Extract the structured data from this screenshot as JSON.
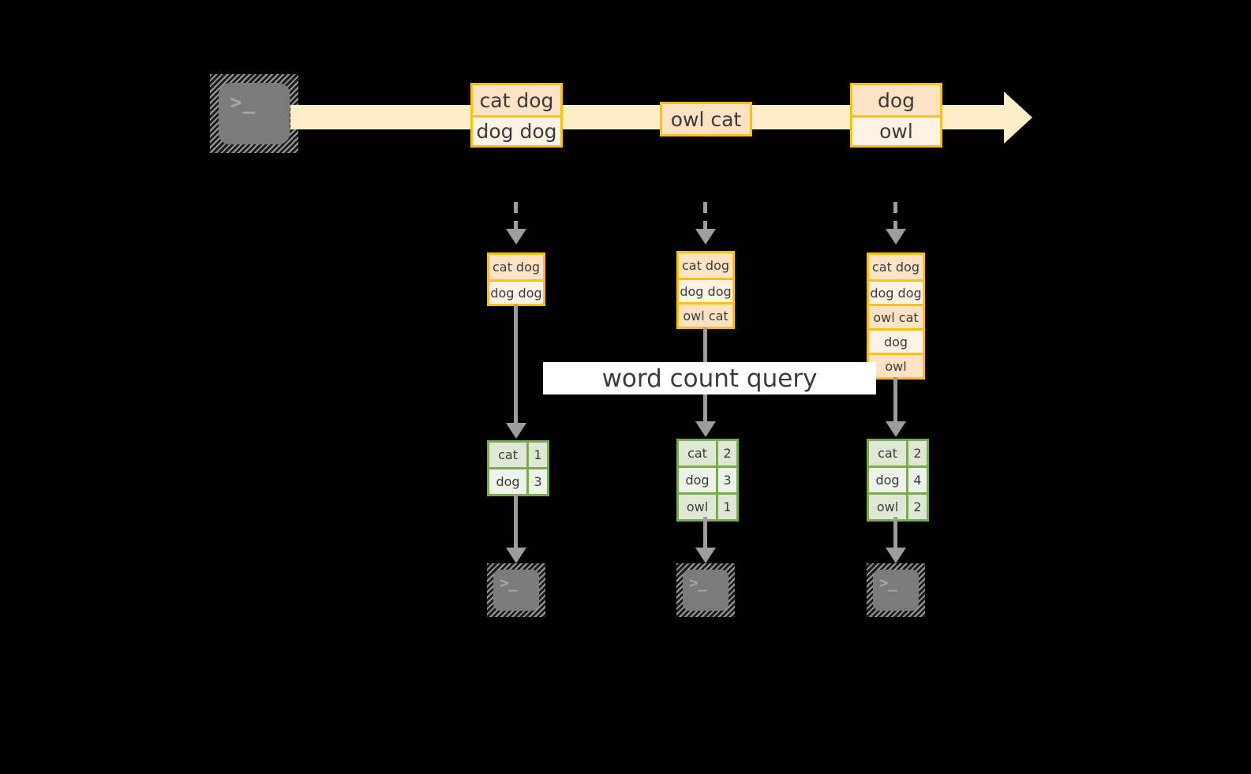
{
  "diagram": {
    "title_label": "word count query",
    "colors": {
      "background": "#000000",
      "stream_fill": "#fdeec9",
      "record_border": "#ffbf1a",
      "record_fill_light": "#fdf2e3",
      "record_fill_shade": "#fde2c4",
      "table_border": "#7aab4f",
      "table_fill_light": "#eef3e9",
      "table_fill_shade": "#dfe8d5",
      "connector": "#9d9d9d",
      "label_band": "#ffffff",
      "text": "#3b3b3b"
    },
    "source": {
      "icon": "terminal-prompt-icon",
      "prompt_glyph": ">_"
    },
    "stream": {
      "icon": "right-arrow-icon",
      "batches": [
        {
          "id": "batch-1",
          "records": [
            "cat dog",
            "dog dog"
          ]
        },
        {
          "id": "batch-2",
          "records": [
            "owl cat"
          ]
        },
        {
          "id": "batch-3",
          "records": [
            "dog",
            "owl"
          ]
        }
      ]
    },
    "snapshots": [
      {
        "id": "snapshot-1",
        "accumulated": [
          "cat dog",
          "dog dog"
        ],
        "counts": [
          {
            "word": "cat",
            "count": "1"
          },
          {
            "word": "dog",
            "count": "3"
          }
        ],
        "sink": {
          "icon": "terminal-prompt-icon",
          "prompt_glyph": ">_"
        }
      },
      {
        "id": "snapshot-2",
        "accumulated": [
          "cat dog",
          "dog dog",
          "owl cat"
        ],
        "counts": [
          {
            "word": "cat",
            "count": "2"
          },
          {
            "word": "dog",
            "count": "3"
          },
          {
            "word": "owl",
            "count": "1"
          }
        ],
        "sink": {
          "icon": "terminal-prompt-icon",
          "prompt_glyph": ">_"
        }
      },
      {
        "id": "snapshot-3",
        "accumulated": [
          "cat dog",
          "dog dog",
          "owl cat",
          "dog",
          "owl"
        ],
        "counts": [
          {
            "word": "cat",
            "count": "2"
          },
          {
            "word": "dog",
            "count": "4"
          },
          {
            "word": "owl",
            "count": "2"
          }
        ],
        "sink": {
          "icon": "terminal-prompt-icon",
          "prompt_glyph": ">_"
        }
      }
    ]
  },
  "chart_data": {
    "type": "table",
    "title": "word count query",
    "categories": [
      "cat",
      "dog",
      "owl"
    ],
    "series": [
      {
        "name": "snapshot-1",
        "values": [
          1,
          3,
          null
        ]
      },
      {
        "name": "snapshot-2",
        "values": [
          2,
          3,
          1
        ]
      },
      {
        "name": "snapshot-3",
        "values": [
          2,
          4,
          2
        ]
      }
    ]
  }
}
